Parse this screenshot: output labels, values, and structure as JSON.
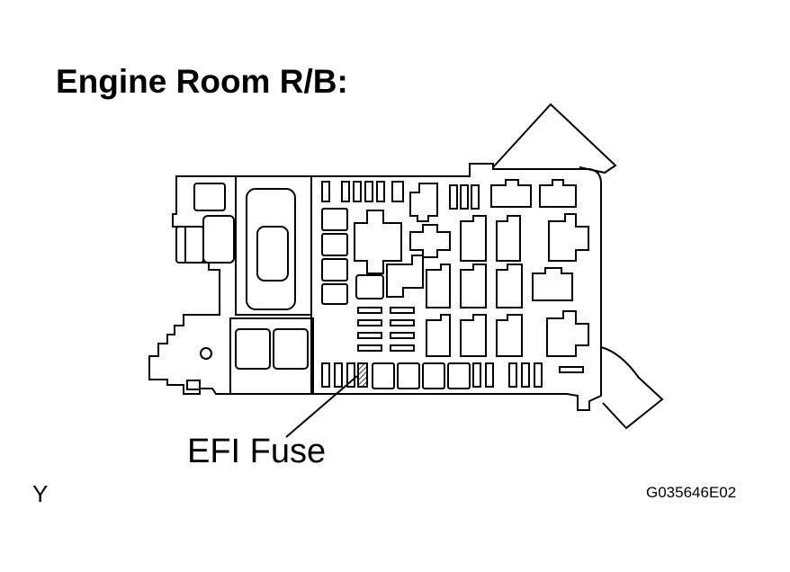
{
  "title": "Engine Room R/B:",
  "callout_label": "EFI Fuse",
  "view_code": "Y",
  "figure_id": "G035646E02",
  "icons": [
    "relay-block-outline",
    "efi-fuse-hatched",
    "leader-line"
  ]
}
